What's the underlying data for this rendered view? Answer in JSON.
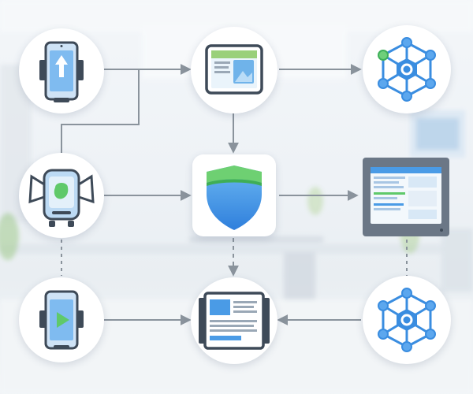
{
  "diagram": {
    "nodes": [
      {
        "id": "mobile-upload",
        "icon": "smartphone-upload-icon"
      },
      {
        "id": "tablet-app",
        "icon": "tablet-dashboard-icon"
      },
      {
        "id": "network-hub-top",
        "icon": "network-hub-icon"
      },
      {
        "id": "robot-device",
        "icon": "robot-device-icon"
      },
      {
        "id": "security-shield",
        "icon": "shield-icon"
      },
      {
        "id": "monitor-dashboard",
        "icon": "monitor-dashboard-icon"
      },
      {
        "id": "mobile-video",
        "icon": "smartphone-play-icon"
      },
      {
        "id": "document-tablet",
        "icon": "document-tablet-icon"
      },
      {
        "id": "network-hub-bottom",
        "icon": "network-hub-icon"
      }
    ],
    "edges": [
      {
        "from": "mobile-upload",
        "to": "tablet-app",
        "style": "solid"
      },
      {
        "from": "tablet-app",
        "to": "network-hub-top",
        "style": "solid"
      },
      {
        "from": "tablet-app",
        "to": "security-shield",
        "style": "solid"
      },
      {
        "from": "robot-device",
        "to": "security-shield",
        "style": "solid"
      },
      {
        "from": "security-shield",
        "to": "monitor-dashboard",
        "style": "solid"
      },
      {
        "from": "security-shield",
        "to": "document-tablet",
        "style": "dashed"
      },
      {
        "from": "mobile-video",
        "to": "document-tablet",
        "style": "solid"
      },
      {
        "from": "network-hub-bottom",
        "to": "document-tablet",
        "style": "solid"
      },
      {
        "from": "robot-device",
        "to": "tablet-app",
        "style": "solid"
      }
    ]
  },
  "colors": {
    "accent_blue": "#3a8de0",
    "accent_green": "#5fc96a",
    "arrow_gray": "#8a939c",
    "outline_dark": "#3e4a58"
  }
}
